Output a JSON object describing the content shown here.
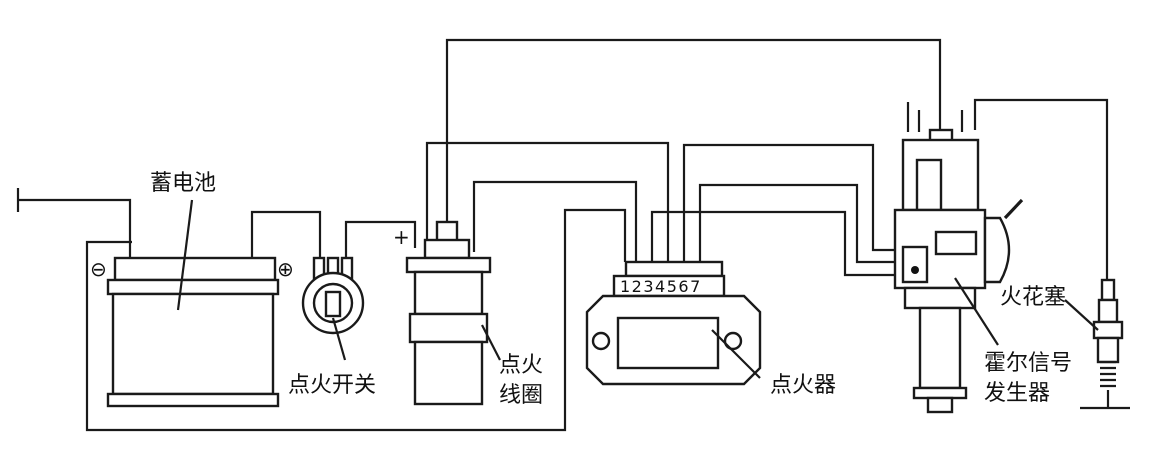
{
  "labels": {
    "battery": "蓄电池",
    "ignition_switch": "点火开关",
    "ignition_coil_line1": "点火",
    "ignition_coil_line2": "线圈",
    "igniter": "点火器",
    "spark_plug": "火花塞",
    "hall_generator_line1": "霍尔信号",
    "hall_generator_line2": "发生器"
  },
  "symbols": {
    "battery_negative": "⊖",
    "battery_positive": "⊕",
    "coil_positive": "+"
  },
  "igniter_pins": "1234567"
}
